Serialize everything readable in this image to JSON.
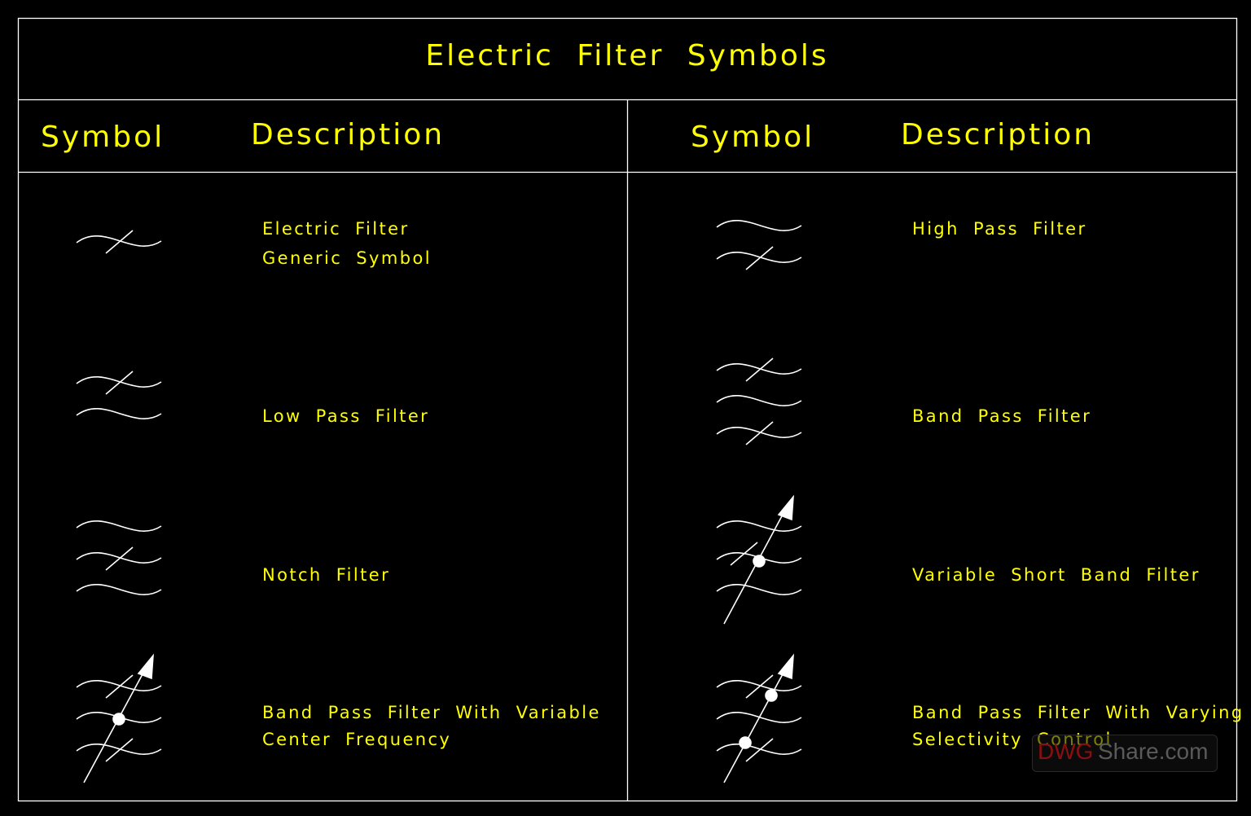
{
  "title": "Electric Filter Symbols",
  "headers": {
    "left_symbol": "Symbol",
    "left_description": "Description",
    "right_symbol": "Symbol",
    "right_description": "Description"
  },
  "rows": [
    {
      "symbol_icon": "generic-filter-icon",
      "lines": [
        "Electric Filter",
        "Generic Symbol"
      ]
    },
    {
      "symbol_icon": "high-pass-filter-icon",
      "lines": [
        "High Pass Filter"
      ]
    },
    {
      "symbol_icon": "low-pass-filter-icon",
      "lines": [
        "Low Pass Filter"
      ]
    },
    {
      "symbol_icon": "band-pass-filter-icon",
      "lines": [
        "Band Pass Filter"
      ]
    },
    {
      "symbol_icon": "notch-filter-icon",
      "lines": [
        "Notch Filter"
      ]
    },
    {
      "symbol_icon": "variable-short-band-filter-icon",
      "lines": [
        "Variable Short Band Filter"
      ]
    },
    {
      "symbol_icon": "band-pass-variable-center-icon",
      "lines": [
        "Band Pass Filter With Variable",
        "Center Frequency"
      ]
    },
    {
      "symbol_icon": "band-pass-varying-selectivity-icon",
      "lines": [
        "Band Pass Filter With Varying",
        "Selectivity Control"
      ]
    }
  ],
  "watermark": {
    "part1": "DWG",
    "part2": "Share.com"
  },
  "colors": {
    "background": "#000000",
    "text": "#ffff00",
    "lines": "#ffffff",
    "watermark_accent": "#8a0f12"
  }
}
